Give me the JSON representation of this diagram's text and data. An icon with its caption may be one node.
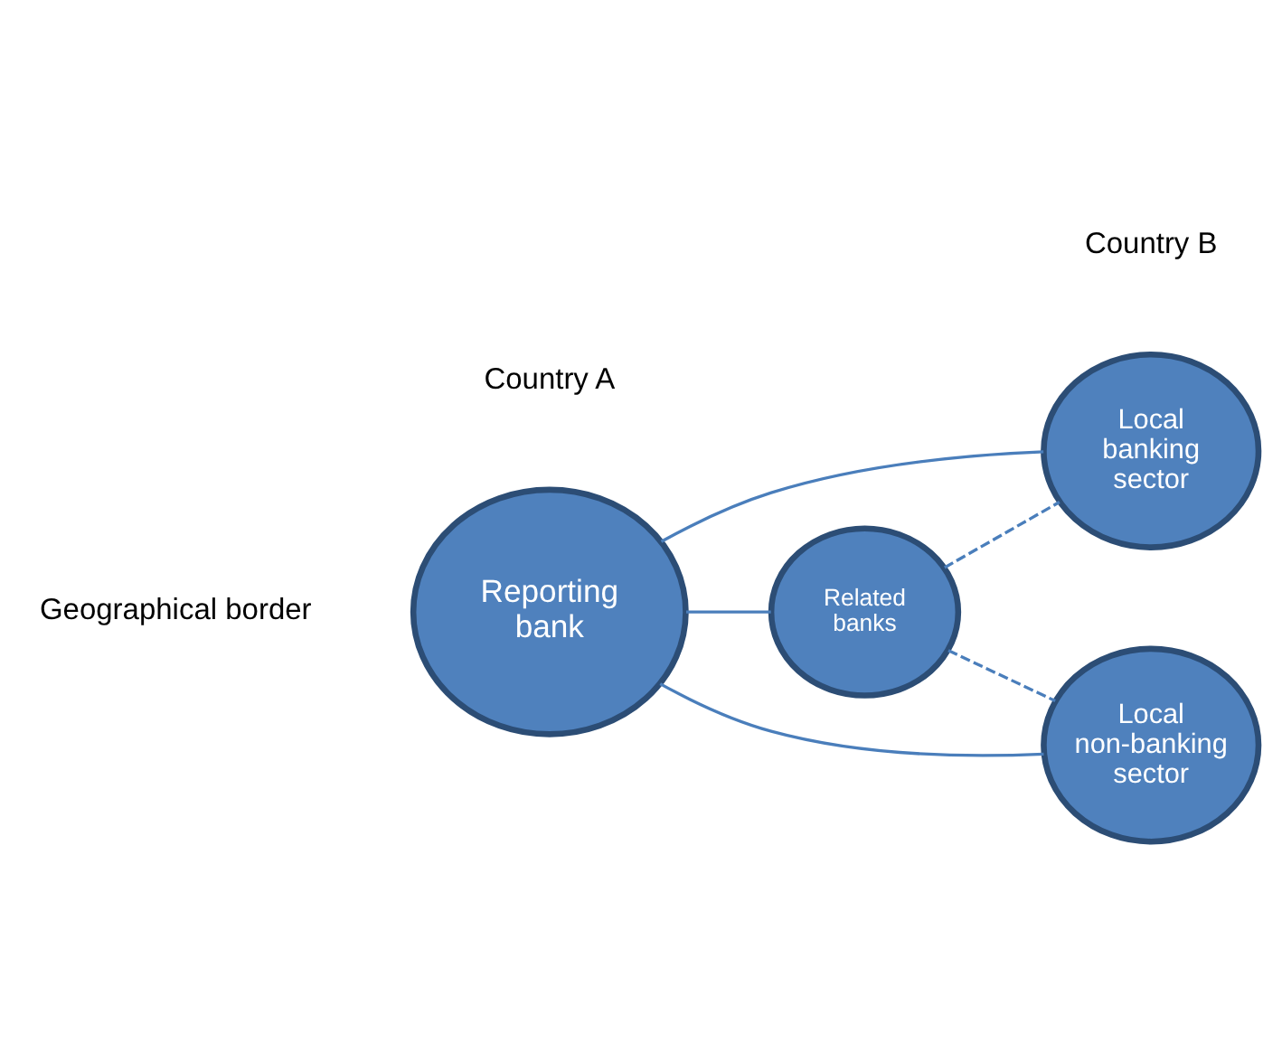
{
  "diagram": {
    "nodes": [
      {
        "text": [
          "Reporting bank"
        ]
      },
      {
        "text": [
          "Local banking sector"
        ]
      },
      {
        "text": [
          "Related banks"
        ]
      },
      {
        "text": [
          "Local non-banking sector"
        ]
      }
    ],
    "edges": [
      {
        "from": 0,
        "to": 1,
        "arrow": "none"
      },
      {
        "from": 0,
        "to": 2,
        "arrow": "none"
      },
      {
        "from": 0,
        "to": 3,
        "arrow": "none"
      },
      {
        "from": 2,
        "to": 1,
        "arrow": "none",
        "style": "dashed"
      },
      {
        "from": 2,
        "to": 3,
        "arrow": "none",
        "style": "dashed"
      }
    ],
    "labels": [
      "Country A",
      "Country B",
      "Geographical border"
    ]
  }
}
